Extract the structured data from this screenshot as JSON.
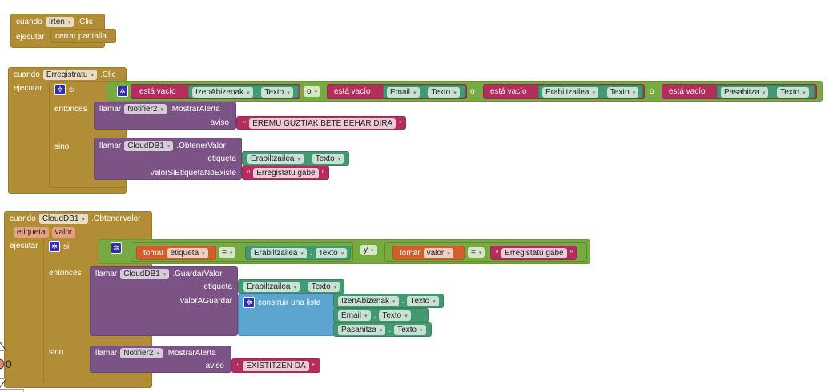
{
  "kw": {
    "when": "cuando",
    "do": "ejecutar",
    "if": "si",
    "then": "entonces",
    "else": "sino",
    "call": "llamar",
    "get": "tomar",
    "is_empty": "está vacío",
    "or": "o",
    "and": "y",
    "eq": "=",
    "dot": ".",
    "make_list": "construir una lista",
    "quote": "\""
  },
  "block1": {
    "component": "Irten",
    "event": ".Clic",
    "action": "cerrar pantalla"
  },
  "block2": {
    "component": "Erregistratu",
    "event": ".Clic",
    "cond": [
      {
        "comp": "IzenAbizenak",
        "prop": "Texto"
      },
      {
        "comp": "Email",
        "prop": "Texto"
      },
      {
        "comp": "Erabiltzailea",
        "prop": "Texto"
      },
      {
        "comp": "Pasahitza",
        "prop": "Texto"
      }
    ],
    "then_call": {
      "comp": "Notifier2",
      "method": ".MostrarAlerta",
      "arg": "aviso",
      "value": "EREMU GUZTIAK BETE BEHAR DIRA"
    },
    "else_call": {
      "comp": "CloudDB1",
      "method": ".ObtenerValor",
      "arg1": "etiqueta",
      "arg1_comp": "Erabiltzailea",
      "arg1_prop": "Texto",
      "arg2": "valorSiEtiquetaNoExiste",
      "arg2_value": "Erregistatu gabe"
    }
  },
  "block3": {
    "component": "CloudDB1",
    "event": ".ObtenerValor",
    "params": [
      "etiqueta",
      "valor"
    ],
    "cond": {
      "var1": "etiqueta",
      "comp": "Erabiltzailea",
      "prop": "Texto",
      "var2": "valor",
      "value": "Erregistatu gabe"
    },
    "then_call": {
      "comp": "CloudDB1",
      "method": ".GuardarValor",
      "arg1": "etiqueta",
      "arg1_comp": "Erabiltzailea",
      "arg1_prop": "Texto",
      "arg2": "valorAGuardar",
      "list": [
        {
          "comp": "IzenAbizenak",
          "prop": "Texto"
        },
        {
          "comp": "Email",
          "prop": "Texto"
        },
        {
          "comp": "Pasahitza",
          "prop": "Texto"
        }
      ]
    },
    "else_call": {
      "comp": "Notifier2",
      "method": ".MostrarAlerta",
      "arg": "aviso",
      "value": "EXISTITZEN DA"
    }
  },
  "warnings": {
    "count": "0"
  }
}
